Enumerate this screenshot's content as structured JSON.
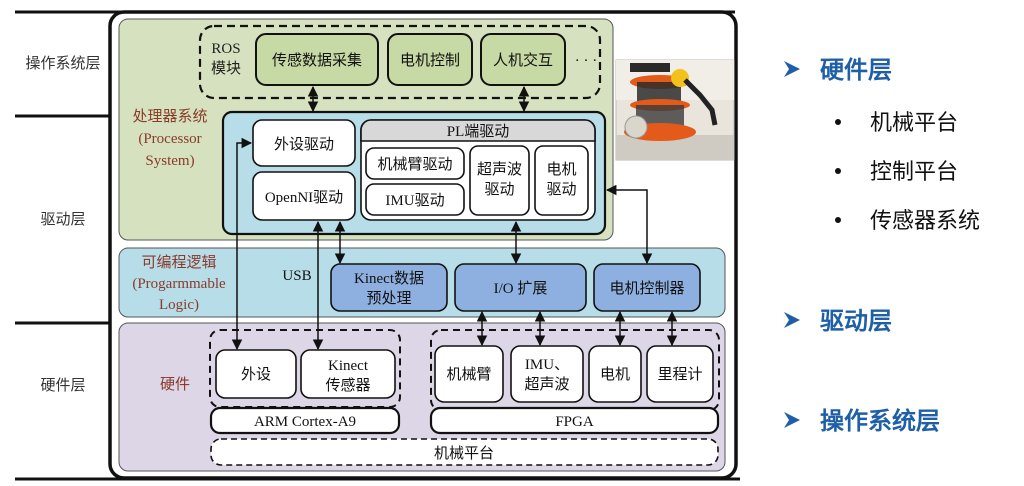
{
  "layers": {
    "os": "操作系统层",
    "driver": "驱动层",
    "hardware": "硬件层"
  },
  "processor_system": {
    "title": "处理器系统",
    "en1": "(Processor",
    "en2": "System)"
  },
  "ros": {
    "label1": "ROS",
    "label2": "模块",
    "modules": [
      "传感数据采集",
      "电机控制",
      "人机交互"
    ],
    "ellipsis": "· · ·"
  },
  "ps_drivers": {
    "peripheral": "外设驱动",
    "openni": "OpenNI驱动"
  },
  "pl_drivers": {
    "title": "PL端驱动",
    "arm": "机械臂驱动",
    "imu": "IMU驱动",
    "ultra1": "超声波",
    "ultra2": "驱动",
    "motor1": "电机",
    "motor2": "驱动"
  },
  "programmable_logic": {
    "title": "可编程逻辑",
    "en1": "(Progarmmable",
    "en2": "Logic)",
    "usb": "USB",
    "kinect1": "Kinect数据",
    "kinect2": "预处理",
    "io": "I/O 扩展",
    "motor_ctrl": "电机控制器"
  },
  "hardware": {
    "title": "硬件",
    "peripheral": "外设",
    "kinect1": "Kinect",
    "kinect2": "传感器",
    "arm_cortex": "ARM Cortex-A9",
    "arm": "机械臂",
    "imu1": "IMU、",
    "imu2": "超声波",
    "motor": "电机",
    "odometer": "里程计",
    "fpga": "FPGA",
    "platform": "机械平台"
  },
  "photo": {
    "alt": "robot-photo"
  },
  "side": {
    "h1": "硬件层",
    "items": [
      "机械平台",
      "控制平台",
      "传感器系统"
    ],
    "h2": "驱动层",
    "h3": "操作系统层"
  },
  "colors": {
    "ps_green": "#d6e2bf",
    "ros_green": "#c7d9a4",
    "ps_blue": "#b7dde8",
    "pl_box": "#8eb0e0",
    "hw_purple": "#ddd6e6",
    "heading_blue": "#1f5fa8",
    "label_brown": "#8a3a2a"
  }
}
